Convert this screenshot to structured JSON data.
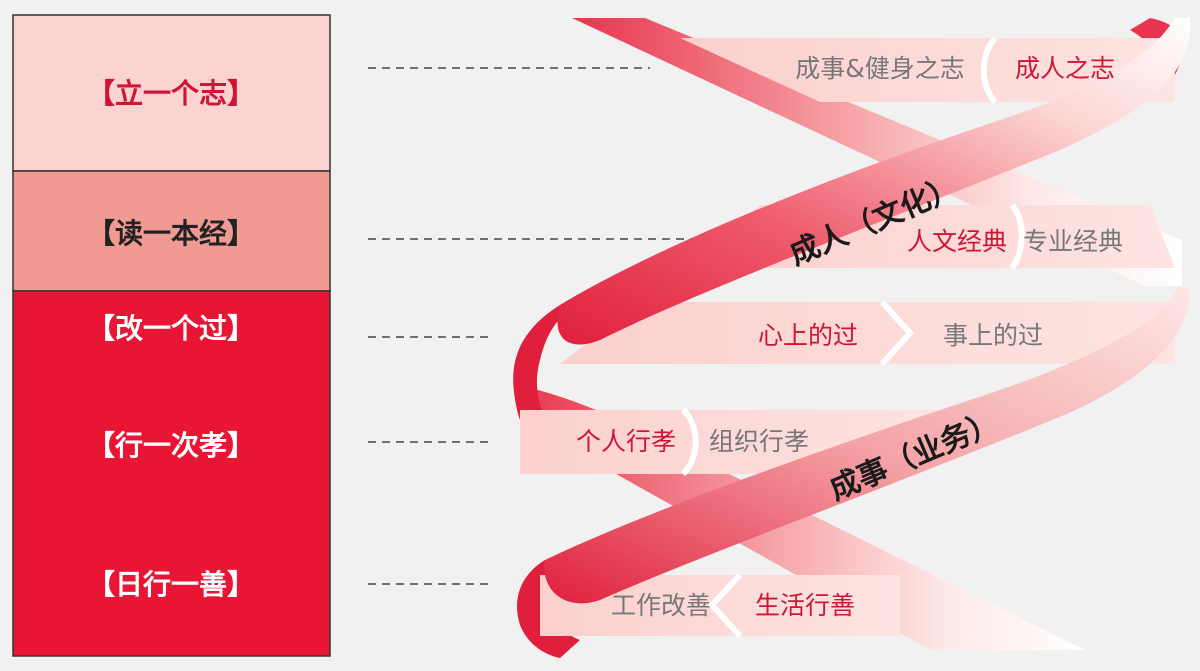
{
  "colors": {
    "background": "#f1f1f1",
    "block_light": "#fbd3d0",
    "block_mid": "#f19a94",
    "block_dark": "#e81535",
    "ribbon_red": "#e01f3d",
    "ribbon_pale": "#fbd6d3",
    "text_red": "#d01434",
    "text_grey": "#777777",
    "text_dark": "#222222"
  },
  "blocks": [
    {
      "label": "【立一个志】"
    },
    {
      "label": "【读一本经】"
    },
    {
      "label": "【改一个过】"
    },
    {
      "label": "【行一次孝】"
    },
    {
      "label": "【日行一善】"
    }
  ],
  "ribbon": {
    "upper_band_label": "成人（文化）",
    "lower_band_label": "成事（业务）",
    "rows": [
      {
        "a": "成事&健身之志",
        "b": "成人之志"
      },
      {
        "a": "人文经典",
        "b": "专业经典"
      },
      {
        "a": "心上的过",
        "b": "事上的过"
      },
      {
        "a": "个人行孝",
        "b": "组织行孝"
      },
      {
        "a": "工作改善",
        "b": "生活行善"
      }
    ]
  }
}
